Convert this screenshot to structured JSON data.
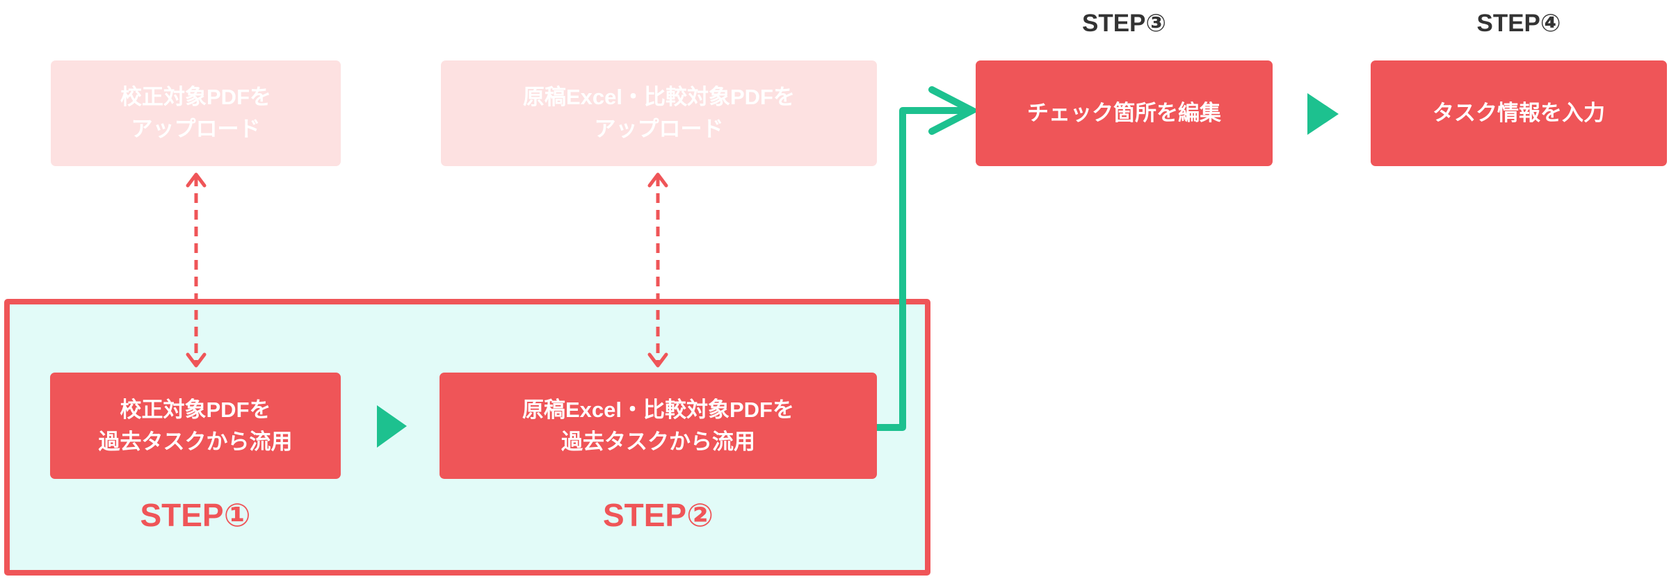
{
  "colors": {
    "accent_red": "#ef5558",
    "faded_box": "#fde1e1",
    "faded_text": "#ffffff",
    "flow_green": "#1dc18f",
    "highlight_fill": "#e2fbf8",
    "step_label_dark": "#333333"
  },
  "upload_boxes": [
    {
      "line1": "校正対象PDFを",
      "line2": "アップロード"
    },
    {
      "line1": "原稿Excel・比較対象PDFを",
      "line2": "アップロード"
    }
  ],
  "reuse_steps": [
    {
      "step_label": "STEP①",
      "line1": "校正対象PDFを",
      "line2": "過去タスクから流用"
    },
    {
      "step_label": "STEP②",
      "line1": "原稿Excel・比較対象PDFを",
      "line2": "過去タスクから流用"
    }
  ],
  "later_steps": [
    {
      "step_label": "STEP③",
      "text": "チェック箇所を編集"
    },
    {
      "step_label": "STEP④",
      "text": "タスク情報を入力"
    }
  ]
}
